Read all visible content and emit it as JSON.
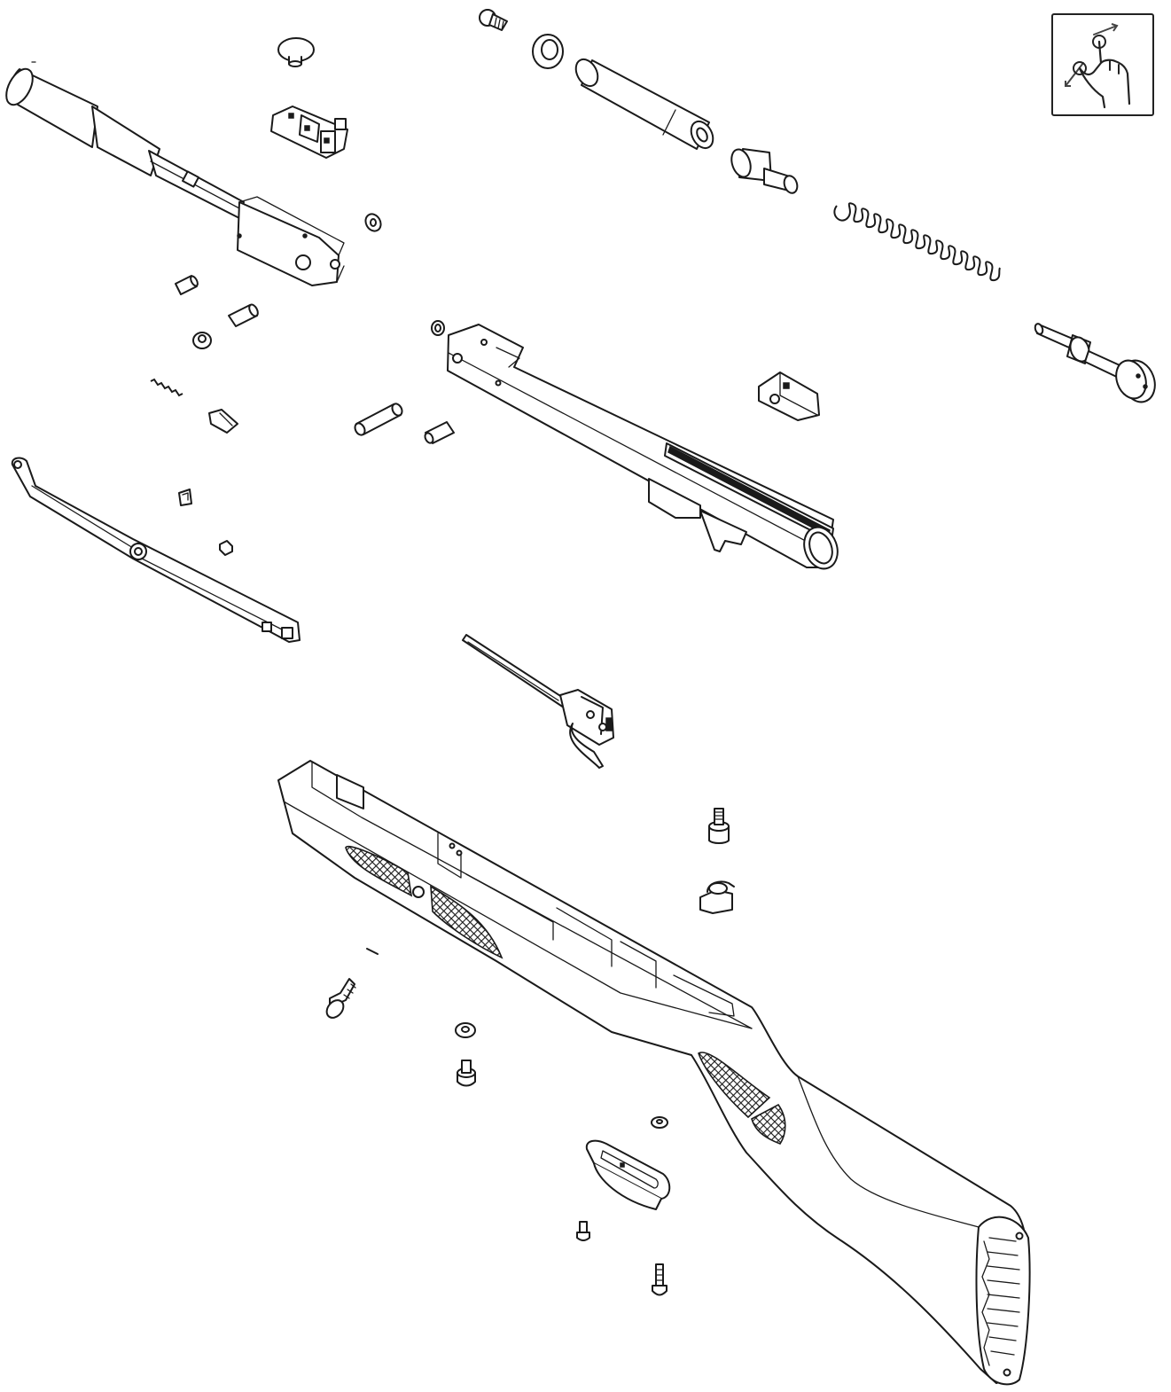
{
  "diagram": {
    "kind": "exploded-view",
    "parts": [
      {
        "id": "barrel-assembly"
      },
      {
        "id": "rear-sight-knob"
      },
      {
        "id": "rear-sight"
      },
      {
        "id": "small-washer"
      },
      {
        "id": "pin-1"
      },
      {
        "id": "pin-2"
      },
      {
        "id": "washer-nut"
      },
      {
        "id": "detent-spring"
      },
      {
        "id": "latch-block"
      },
      {
        "id": "cocking-lever"
      },
      {
        "id": "clip"
      },
      {
        "id": "small-nut"
      },
      {
        "id": "pivot-pin-long"
      },
      {
        "id": "pivot-pin-short"
      },
      {
        "id": "receiver-tube"
      },
      {
        "id": "receiver-screw-head"
      },
      {
        "id": "end-cap-screw"
      },
      {
        "id": "seal-washer"
      },
      {
        "id": "spring-guide-tube"
      },
      {
        "id": "piston-head"
      },
      {
        "id": "mainspring"
      },
      {
        "id": "spring-guide-rod"
      },
      {
        "id": "scope-stop-block"
      },
      {
        "id": "trigger-assembly"
      },
      {
        "id": "stock"
      },
      {
        "id": "stock-bolt"
      },
      {
        "id": "sling-swivel-stud"
      },
      {
        "id": "sling-swivel"
      },
      {
        "id": "stock-screw"
      },
      {
        "id": "washer-a"
      },
      {
        "id": "screw-a"
      },
      {
        "id": "washer-b"
      },
      {
        "id": "trigger-guard"
      },
      {
        "id": "guard-screw-1"
      },
      {
        "id": "guard-screw-2"
      },
      {
        "id": "roll-pin"
      }
    ]
  },
  "zoom_hint": {
    "icon": "pinch-zoom-icon",
    "border_color": "#222222",
    "accent": "#444444"
  },
  "colors": {
    "line": "#1a1a1a",
    "background": "#ffffff"
  }
}
